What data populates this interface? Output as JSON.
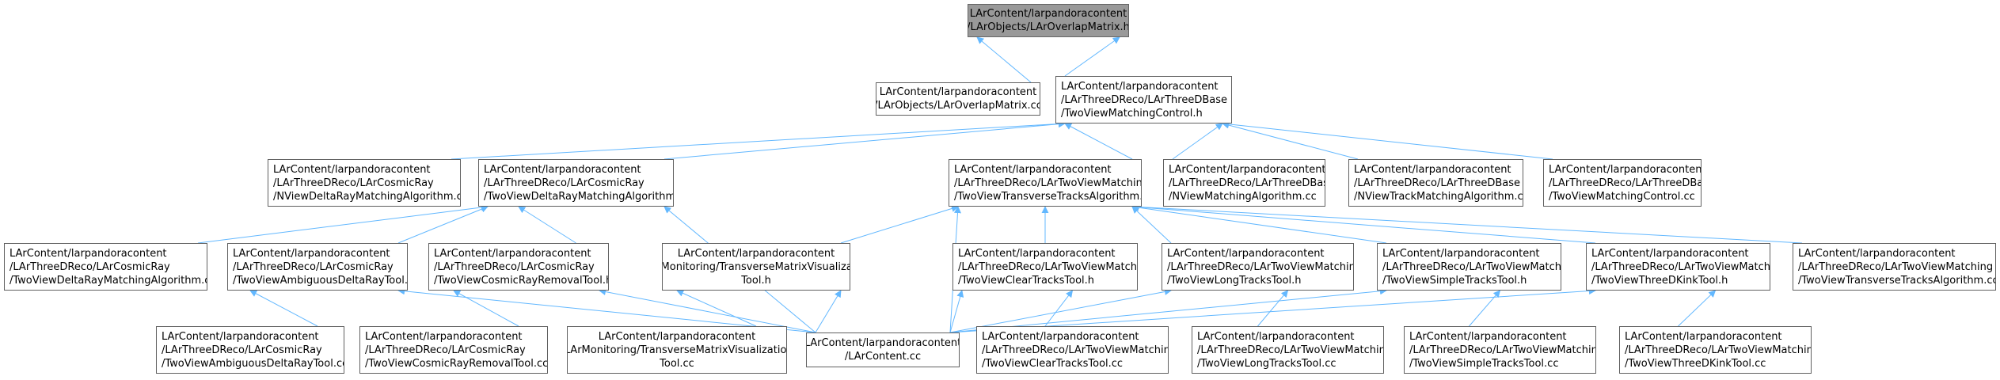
{
  "colors": {
    "edge": "#63b8ff",
    "root_fill": "#999999",
    "node_border": "#606060"
  },
  "nodes": [
    {
      "id": "root",
      "root": true,
      "lines": [
        "LArContent/larpandoracontent",
        "/LArObjects/LArOverlapMatrix.h"
      ]
    },
    {
      "id": "olmcc",
      "lines": [
        "LArContent/larpandoracontent",
        "/LArObjects/LArOverlapMatrix.cc"
      ]
    },
    {
      "id": "tvmc",
      "lines": [
        "LArContent/larpandoracontent",
        "/LArThreeDReco/LArThreeDBase",
        "/TwoViewMatchingControl.h"
      ]
    },
    {
      "id": "nvdelta",
      "lines": [
        "LArContent/larpandoracontent",
        "/LArThreeDReco/LArCosmicRay",
        "/NViewDeltaRayMatchingAlgorithm.cc"
      ]
    },
    {
      "id": "tvdelta",
      "lines": [
        "LArContent/larpandoracontent",
        "/LArThreeDReco/LArCosmicRay",
        "/TwoViewDeltaRayMatchingAlgorithm.h"
      ]
    },
    {
      "id": "tvtransh",
      "lines": [
        "LArContent/larpandoracontent",
        "/LArThreeDReco/LArTwoViewMatching",
        "/TwoViewTransverseTracksAlgorithm.h"
      ]
    },
    {
      "id": "nvmatch",
      "lines": [
        "LArContent/larpandoracontent",
        "/LArThreeDReco/LArThreeDBase",
        "/NViewMatchingAlgorithm.cc"
      ]
    },
    {
      "id": "nvtrack",
      "lines": [
        "LArContent/larpandoracontent",
        "/LArThreeDReco/LArThreeDBase",
        "/NViewTrackMatchingAlgorithm.cc"
      ]
    },
    {
      "id": "tvmccc",
      "lines": [
        "LArContent/larpandoracontent",
        "/LArThreeDReco/LArThreeDBase",
        "/TwoViewMatchingControl.cc"
      ]
    },
    {
      "id": "tvdeltacc",
      "lines": [
        "LArContent/larpandoracontent",
        "/LArThreeDReco/LArCosmicRay",
        "/TwoViewDeltaRayMatchingAlgorithm.cc"
      ]
    },
    {
      "id": "ambh",
      "lines": [
        "LArContent/larpandoracontent",
        "/LArThreeDReco/LArCosmicRay",
        "/TwoViewAmbiguousDeltaRayTool.h"
      ]
    },
    {
      "id": "crrh",
      "lines": [
        "LArContent/larpandoracontent",
        "/LArThreeDReco/LArCosmicRay",
        "/TwoViewCosmicRayRemovalTool.h"
      ]
    },
    {
      "id": "tmvh",
      "center": true,
      "lines": [
        "LArContent/larpandoracontent",
        "/LArMonitoring/TransverseMatrixVisualization",
        "Tool.h"
      ]
    },
    {
      "id": "clearh",
      "lines": [
        "LArContent/larpandoracontent",
        "/LArThreeDReco/LArTwoViewMatching",
        "/TwoViewClearTracksTool.h"
      ]
    },
    {
      "id": "longh",
      "lines": [
        "LArContent/larpandoracontent",
        "/LArThreeDReco/LArTwoViewMatching",
        "/TwoViewLongTracksTool.h"
      ]
    },
    {
      "id": "simpleh",
      "lines": [
        "LArContent/larpandoracontent",
        "/LArThreeDReco/LArTwoViewMatching",
        "/TwoViewSimpleTracksTool.h"
      ]
    },
    {
      "id": "kinkh",
      "lines": [
        "LArContent/larpandoracontent",
        "/LArThreeDReco/LArTwoViewMatching",
        "/TwoViewThreeDKinkTool.h"
      ]
    },
    {
      "id": "transcc",
      "lines": [
        "LArContent/larpandoracontent",
        "/LArThreeDReco/LArTwoViewMatching",
        "/TwoViewTransverseTracksAlgorithm.cc"
      ]
    },
    {
      "id": "ambcc",
      "lines": [
        "LArContent/larpandoracontent",
        "/LArThreeDReco/LArCosmicRay",
        "/TwoViewAmbiguousDeltaRayTool.cc"
      ]
    },
    {
      "id": "crrcc",
      "lines": [
        "LArContent/larpandoracontent",
        "/LArThreeDReco/LArCosmicRay",
        "/TwoViewCosmicRayRemovalTool.cc"
      ]
    },
    {
      "id": "tmvcc",
      "center": true,
      "lines": [
        "LArContent/larpandoracontent",
        "/LArMonitoring/TransverseMatrixVisualization",
        "Tool.cc"
      ]
    },
    {
      "id": "larcc",
      "center": true,
      "lines": [
        "LArContent/larpandoracontent",
        "/LArContent.cc"
      ]
    },
    {
      "id": "clearcc",
      "lines": [
        "LArContent/larpandoracontent",
        "/LArThreeDReco/LArTwoViewMatching",
        "/TwoViewClearTracksTool.cc"
      ]
    },
    {
      "id": "longcc",
      "lines": [
        "LArContent/larpandoracontent",
        "/LArThreeDReco/LArTwoViewMatching",
        "/TwoViewLongTracksTool.cc"
      ]
    },
    {
      "id": "simplecc",
      "lines": [
        "LArContent/larpandoracontent",
        "/LArThreeDReco/LArTwoViewMatching",
        "/TwoViewSimpleTracksTool.cc"
      ]
    },
    {
      "id": "kinkcc",
      "lines": [
        "LArContent/larpandoracontent",
        "/LArThreeDReco/LArTwoViewMatching",
        "/TwoViewThreeDKinkTool.cc"
      ]
    }
  ],
  "edges": [
    [
      "olmcc",
      "root"
    ],
    [
      "tvmc",
      "root"
    ],
    [
      "nvdelta",
      "tvmc"
    ],
    [
      "tvdelta",
      "tvmc"
    ],
    [
      "tvtransh",
      "tvmc"
    ],
    [
      "nvmatch",
      "tvmc"
    ],
    [
      "nvtrack",
      "tvmc"
    ],
    [
      "tvmccc",
      "tvmc"
    ],
    [
      "tvdeltacc",
      "tvdelta"
    ],
    [
      "ambh",
      "tvdelta"
    ],
    [
      "crrh",
      "tvdelta"
    ],
    [
      "larcc",
      "tvdelta"
    ],
    [
      "tmvh",
      "tvtransh"
    ],
    [
      "larcc",
      "tvtransh"
    ],
    [
      "clearh",
      "tvtransh"
    ],
    [
      "longh",
      "tvtransh"
    ],
    [
      "simpleh",
      "tvtransh"
    ],
    [
      "kinkh",
      "tvtransh"
    ],
    [
      "transcc",
      "tvtransh"
    ],
    [
      "ambcc",
      "ambh"
    ],
    [
      "larcc",
      "ambh"
    ],
    [
      "crrcc",
      "crrh"
    ],
    [
      "larcc",
      "crrh"
    ],
    [
      "tmvcc",
      "tmvh"
    ],
    [
      "larcc",
      "tmvh"
    ],
    [
      "clearcc",
      "clearh"
    ],
    [
      "larcc",
      "clearh"
    ],
    [
      "longcc",
      "longh"
    ],
    [
      "larcc",
      "longh"
    ],
    [
      "simplecc",
      "simpleh"
    ],
    [
      "larcc",
      "simpleh"
    ],
    [
      "kinkcc",
      "kinkh"
    ],
    [
      "larcc",
      "kinkh"
    ]
  ]
}
